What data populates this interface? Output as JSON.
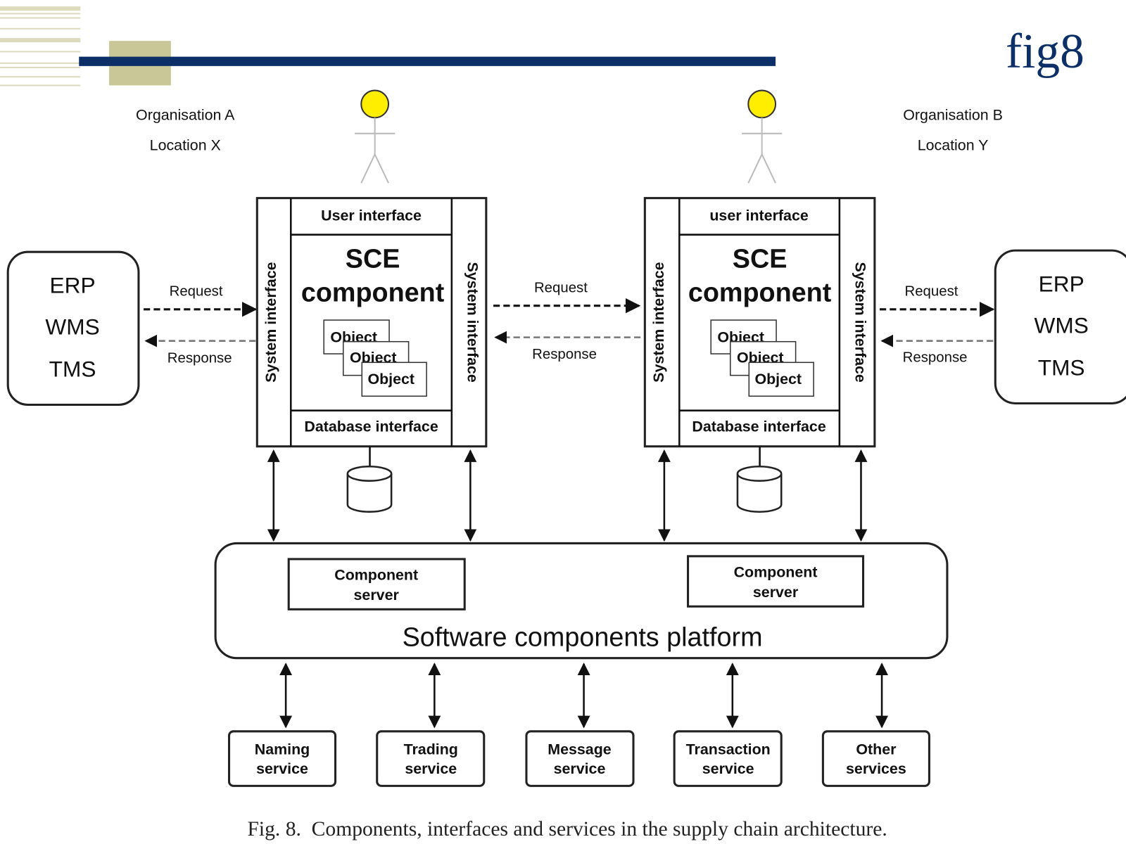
{
  "slide": {
    "title": "fig8",
    "colors": {
      "accent_navy": "#0b2f66",
      "accent_khaki": "#c9c797",
      "actor_head": "#ffee00"
    },
    "caption": "Fig. 8.  Components, interfaces and services in the supply chain architecture."
  },
  "diagram": {
    "org_a": {
      "name": "Organisation A",
      "location": "Location X"
    },
    "org_b": {
      "name": "Organisation B",
      "location": "Location Y"
    },
    "erp_left": [
      "ERP",
      "WMS",
      "TMS"
    ],
    "erp_right": [
      "ERP",
      "WMS",
      "TMS"
    ],
    "request": "Request",
    "response": "Response",
    "sce_left": {
      "user_interface": "User interface",
      "title1": "SCE",
      "title2": "component",
      "system_interface": "System interface",
      "db_interface": "Database interface",
      "object": "Object"
    },
    "sce_right": {
      "user_interface": "user interface",
      "title1": "SCE",
      "title2": "component",
      "system_interface": "System interface",
      "db_interface": "Database interface",
      "object": "Object"
    },
    "platform": {
      "label": "Software components platform",
      "server_line1": "Component",
      "server_line2": "server"
    },
    "services": [
      {
        "line1": "Naming",
        "line2": "service"
      },
      {
        "line1": "Trading",
        "line2": "service"
      },
      {
        "line1": "Message",
        "line2": "service"
      },
      {
        "line1": "Transaction",
        "line2": "service"
      },
      {
        "line1": "Other",
        "line2": "services"
      }
    ]
  }
}
